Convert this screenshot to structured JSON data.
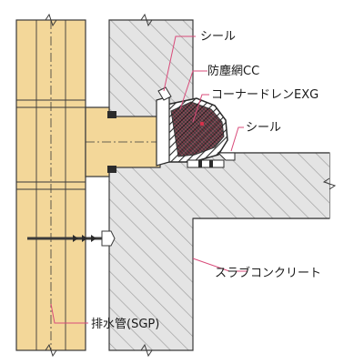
{
  "labels": {
    "seal_top": "シール",
    "dust_net": "防塵網CC",
    "corner_drain": "コーナードレンEXG",
    "seal_right": "シール",
    "slab": "スラブコンクリート",
    "drain_pipe": "排水管(SGP)"
  },
  "colors": {
    "pipe_fill": "#f3d799",
    "pipe_stroke": "#3a3a3a",
    "concrete_fill": "#e4e4e4",
    "hatch": "#9c9c9c",
    "leader": "#d94b7a",
    "drain_dark": "#2b2b2b",
    "accent_red": "#d9304a"
  },
  "icons": [
    "break-mark-icon",
    "anchor-bolt-icon"
  ]
}
